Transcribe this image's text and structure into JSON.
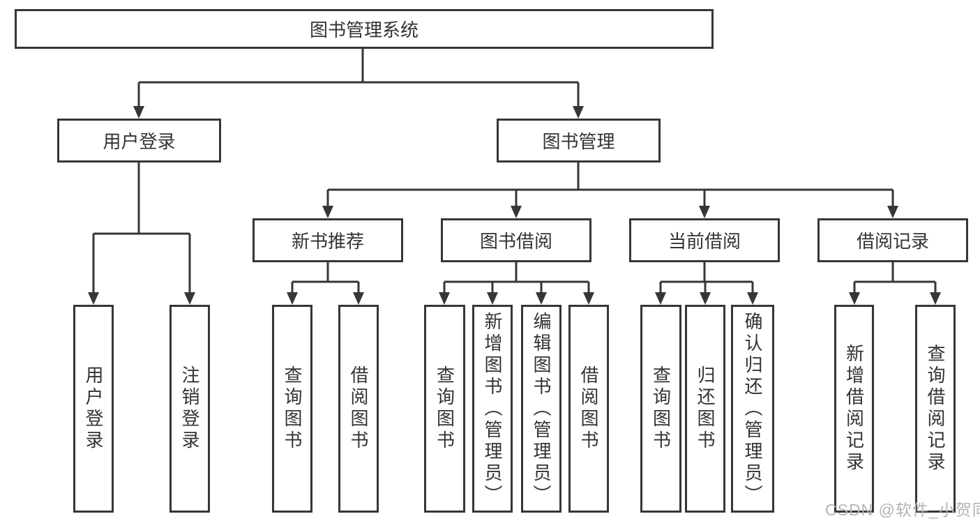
{
  "diagram": {
    "root": {
      "label": "图书管理系统"
    },
    "user_login": {
      "label": "用户登录",
      "children": [
        {
          "label": "用户登录"
        },
        {
          "label": "注销登录"
        }
      ]
    },
    "book_management": {
      "label": "图书管理",
      "groups": [
        {
          "label": "新书推荐",
          "children": [
            {
              "label": "查询图书"
            },
            {
              "label": "借阅图书"
            }
          ]
        },
        {
          "label": "图书借阅",
          "children": [
            {
              "label": "查询图书"
            },
            {
              "label": "新增图书（管理员）"
            },
            {
              "label": "编辑图书（管理员）"
            },
            {
              "label": "借阅图书"
            }
          ]
        },
        {
          "label": "当前借阅",
          "children": [
            {
              "label": "查询图书"
            },
            {
              "label": "归还图书"
            },
            {
              "label": "确认归还（管理员）"
            }
          ]
        },
        {
          "label": "借阅记录",
          "children": [
            {
              "label": "新增借阅记录"
            },
            {
              "label": "查询借阅记录"
            }
          ]
        }
      ]
    }
  },
  "watermark": {
    "text": "CSDN @软件_小贺同学"
  },
  "colors": {
    "line": "#363636",
    "text": "#333333",
    "background": "#ffffff",
    "watermark": "#b4b4b4"
  }
}
